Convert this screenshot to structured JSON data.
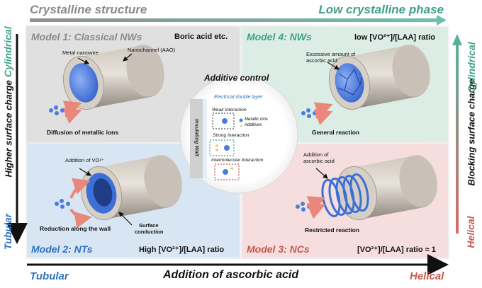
{
  "top_axis": {
    "left_label": "Crystalline structure",
    "right_label": "Low crystalline phase"
  },
  "bottom_axis": {
    "left_label": "Tubular",
    "center_label": "Addition of ascorbic acid",
    "right_label": "Helical"
  },
  "left_axis": {
    "title": "Higher surface charge",
    "top_label": "Cylindrical",
    "bottom_label": "Tubular"
  },
  "right_axis": {
    "title": "Blocking surface charge",
    "top_label": "Cylindrical",
    "bottom_label": "Helical"
  },
  "model1": {
    "title": "Model 1: Classical NWs",
    "subtitle": "Boric acid etc.",
    "label_nanowire": "Metal nanowire",
    "label_nanochannel": "Nanochannel (AAO)",
    "caption": "Diffusion of metallic ions"
  },
  "model2": {
    "title": "Model 2: NTs",
    "ratio_label": "High [VO²⁺]/[LAA] ratio",
    "label_addition": "Addition of VO²⁺",
    "caption": "Reduction along the wall",
    "label_surface_1": "Surface",
    "label_surface_2": "conduction"
  },
  "model3": {
    "title": "Model 3: NCs",
    "ratio_label": "[VO²⁺]/[LAA] ratio ≈ 1",
    "label_addition_1": "Addition of",
    "label_addition_2": "ascorbic acid",
    "caption": "Restricted reaction"
  },
  "model4": {
    "title": "Model 4: NWs",
    "ratio_label": "low [VO²⁺]/[LAA] ratio",
    "label_excess_1": "Excessive amount of",
    "label_excess_2": "ascorbic acid",
    "caption": "General reaction"
  },
  "center": {
    "title": "Additive control",
    "double_layer": "Electrical double layer",
    "wall_label": "Insulating Wall",
    "weak": "Weak Interaction",
    "strong": "Strong Interaction",
    "intermolecular": "Intermolecular Interaction",
    "legend_ions": "Metallic ions",
    "legend_additives": "Additives"
  },
  "colors": {
    "model1_bg": "#e0e0e0",
    "model2_bg": "#d8e6f3",
    "model3_bg": "#f6dede",
    "model4_bg": "#dcede6",
    "tubular_blue": "#2e73c0",
    "helical_red": "#c8564f",
    "teal": "#3fa089",
    "gray_title": "#8a8a8a",
    "wire_blue": "#3d6fd8",
    "ion_blue": "#4a7de0",
    "arrow_pink": "#e8877a"
  }
}
